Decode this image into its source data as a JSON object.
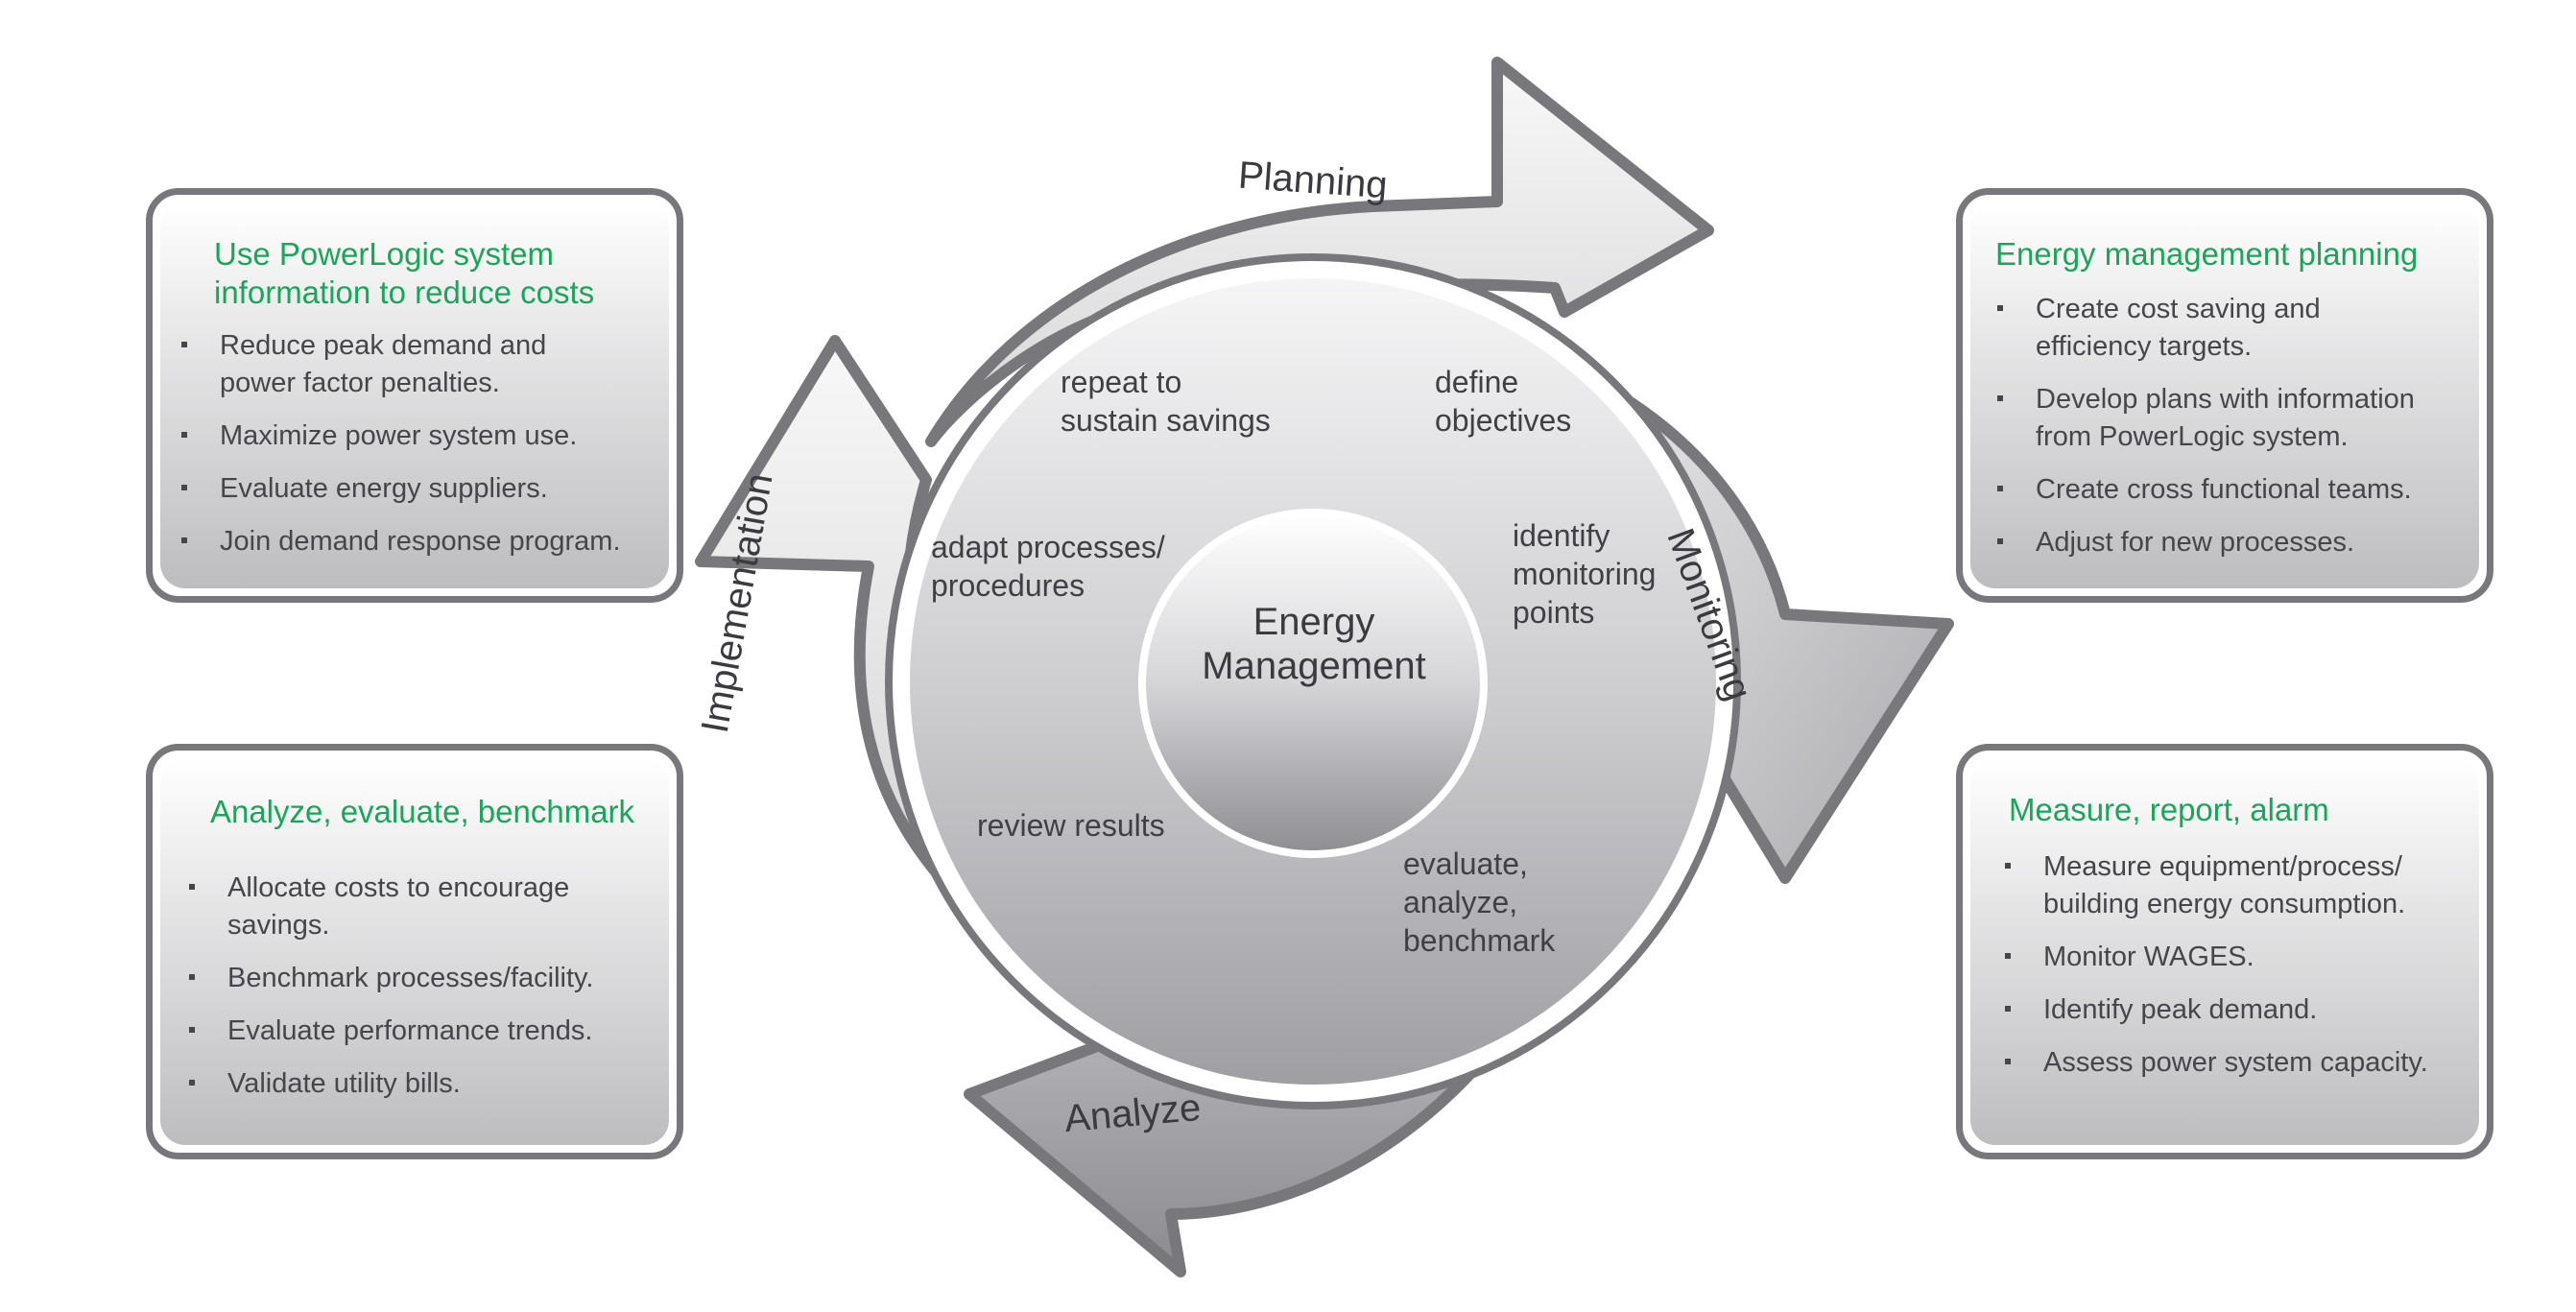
{
  "diagram": {
    "center": {
      "line1": "Energy",
      "line2": "Management"
    },
    "phases": {
      "planning": "Planning",
      "monitoring": "Monitoring",
      "analyze": "Analyze",
      "implementation": "Implementation"
    },
    "steps": {
      "repeat": {
        "line1": "repeat to",
        "line2": "sustain savings"
      },
      "define": {
        "line1": "define",
        "line2": "objectives"
      },
      "adapt": {
        "line1": "adapt processes/",
        "line2": "procedures"
      },
      "identify": {
        "line1": "identify",
        "line2": "monitoring",
        "line3": "points"
      },
      "review": {
        "line1": "review results"
      },
      "evaluate": {
        "line1": "evaluate,",
        "line2": "analyze,",
        "line3": "benchmark"
      }
    }
  },
  "boxes": {
    "top_left": {
      "title_line1": "Use PowerLogic system",
      "title_line2": "information to reduce costs",
      "items": [
        [
          "Reduce peak demand and",
          "power factor penalties."
        ],
        [
          "Maximize power system use."
        ],
        [
          "Evaluate energy suppliers."
        ],
        [
          "Join demand response program."
        ]
      ]
    },
    "bottom_left": {
      "title": "Analyze, evaluate, benchmark",
      "items": [
        [
          "Allocate costs to encourage",
          "savings."
        ],
        [
          "Benchmark processes/facility."
        ],
        [
          "Evaluate performance trends."
        ],
        [
          "Validate utility bills."
        ]
      ]
    },
    "top_right": {
      "title": "Energy management planning",
      "items": [
        [
          "Create cost saving and",
          "efficiency targets."
        ],
        [
          "Develop plans with information",
          "from PowerLogic system."
        ],
        [
          "Create cross functional teams."
        ],
        [
          "Adjust for new processes."
        ]
      ]
    },
    "bottom_right": {
      "title": "Measure, report, alarm",
      "items": [
        [
          "Measure equipment/process/",
          "building energy consumption."
        ],
        [
          "Monitor WAGES."
        ],
        [
          "Identify peak demand."
        ],
        [
          "Assess power system capacity."
        ]
      ]
    }
  },
  "colors": {
    "title_green": "#19a65a",
    "border_gray": "#77777c",
    "text_dark": "#45454a"
  }
}
